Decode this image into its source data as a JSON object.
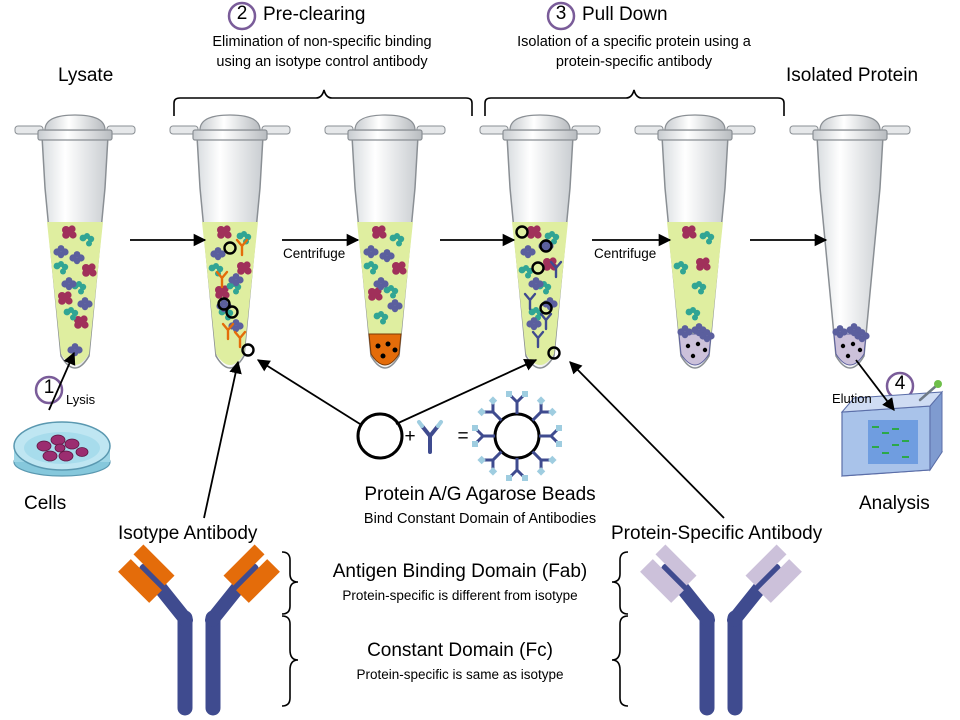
{
  "labels": {
    "lysate": "Lysate",
    "isolated_protein": "Isolated Protein",
    "cells": "Cells",
    "lysis": "Lysis",
    "centrifuge_1": "Centrifuge",
    "centrifuge_2": "Centrifuge",
    "elution": "Elution",
    "analysis": "Analysis",
    "isotype_antibody": "Isotype Antibody",
    "protein_specific_antibody": "Protein-Specific Antibody"
  },
  "steps": [
    {
      "number": "1"
    },
    {
      "number": "2",
      "title": "Pre-clearing",
      "desc_line1": "Elimination of non-specific binding",
      "desc_line2": "using an isotype control antibody"
    },
    {
      "number": "3",
      "title": "Pull Down",
      "desc_line1": "Isolation of a specific protein using a",
      "desc_line2": "protein-specific antibody"
    },
    {
      "number": "4"
    }
  ],
  "beads": {
    "plus": "+",
    "equals": "=",
    "title": "Protein A/G Agarose Beads",
    "subtitle": "Bind Constant Domain of Antibodies"
  },
  "domains": {
    "fab_title": "Antigen Binding Domain (Fab)",
    "fab_desc": "Protein-specific is different from isotype",
    "fc_title": "Constant Domain (Fc)",
    "fc_desc": "Protein-specific is same as isotype"
  },
  "colors": {
    "step_circle": "#7a5c99",
    "lysate_fill": "#dfeea0",
    "isotype_fab": "#e46c0a",
    "specific_fab": "#ccc1da",
    "antibody_fc": "#3f4b8f",
    "protein_magenta": "#a0305a",
    "protein_teal": "#31a594",
    "protein_indigo": "#5b5f9e"
  }
}
